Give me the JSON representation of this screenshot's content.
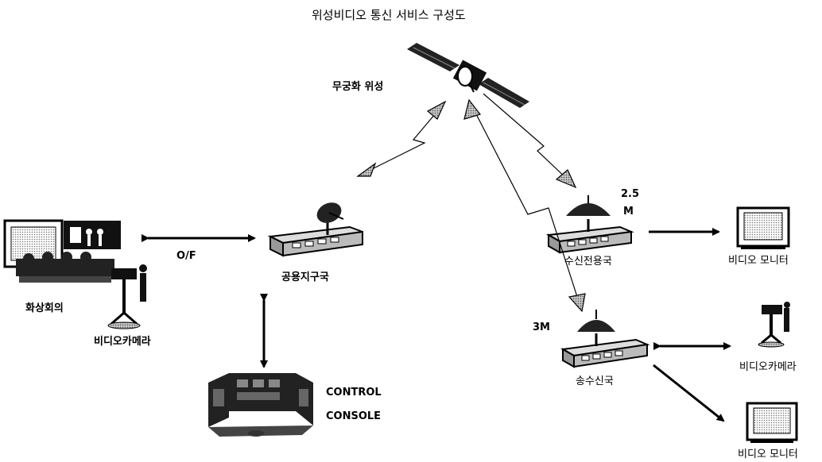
{
  "title": "위성비디오 통신 서비스 구성도",
  "nodes": {
    "satellite": "무궁화 위성",
    "ground_station": "공용지구국",
    "video_conference": "화상회의",
    "video_camera_left": "비디오카메라",
    "control_console": [
      "CONTROL",
      "CONSOLE"
    ],
    "receive_station": "수신전용국",
    "receive_station_size": [
      "2.5",
      "M"
    ],
    "transceive_station": "송수신국",
    "transceive_station_size": "3M",
    "video_monitor_top": "비디오 모니터",
    "video_camera_right": "비디오카메라",
    "video_monitor_bottom": "비디오 모니터"
  },
  "links": {
    "optical_fiber": "O/F"
  }
}
